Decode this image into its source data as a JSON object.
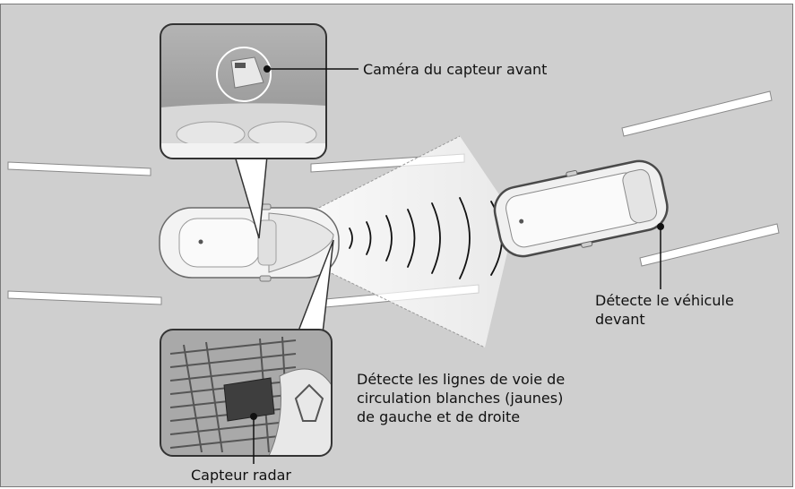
{
  "labels": {
    "camera": "Caméra du capteur avant",
    "vehicle_line1": "Détecte le véhicule",
    "vehicle_line2": "devant",
    "lanes_line1": "Détecte les lignes de voie de",
    "lanes_line2": "circulation blanches (jaunes)",
    "lanes_line3": "de gauche et de droite",
    "radar": "Capteur radar"
  },
  "colors": {
    "background": "#cfcfcf",
    "lane_marking": "#ffffff",
    "radar_wave": "#111111",
    "callout_border": "#333333"
  }
}
